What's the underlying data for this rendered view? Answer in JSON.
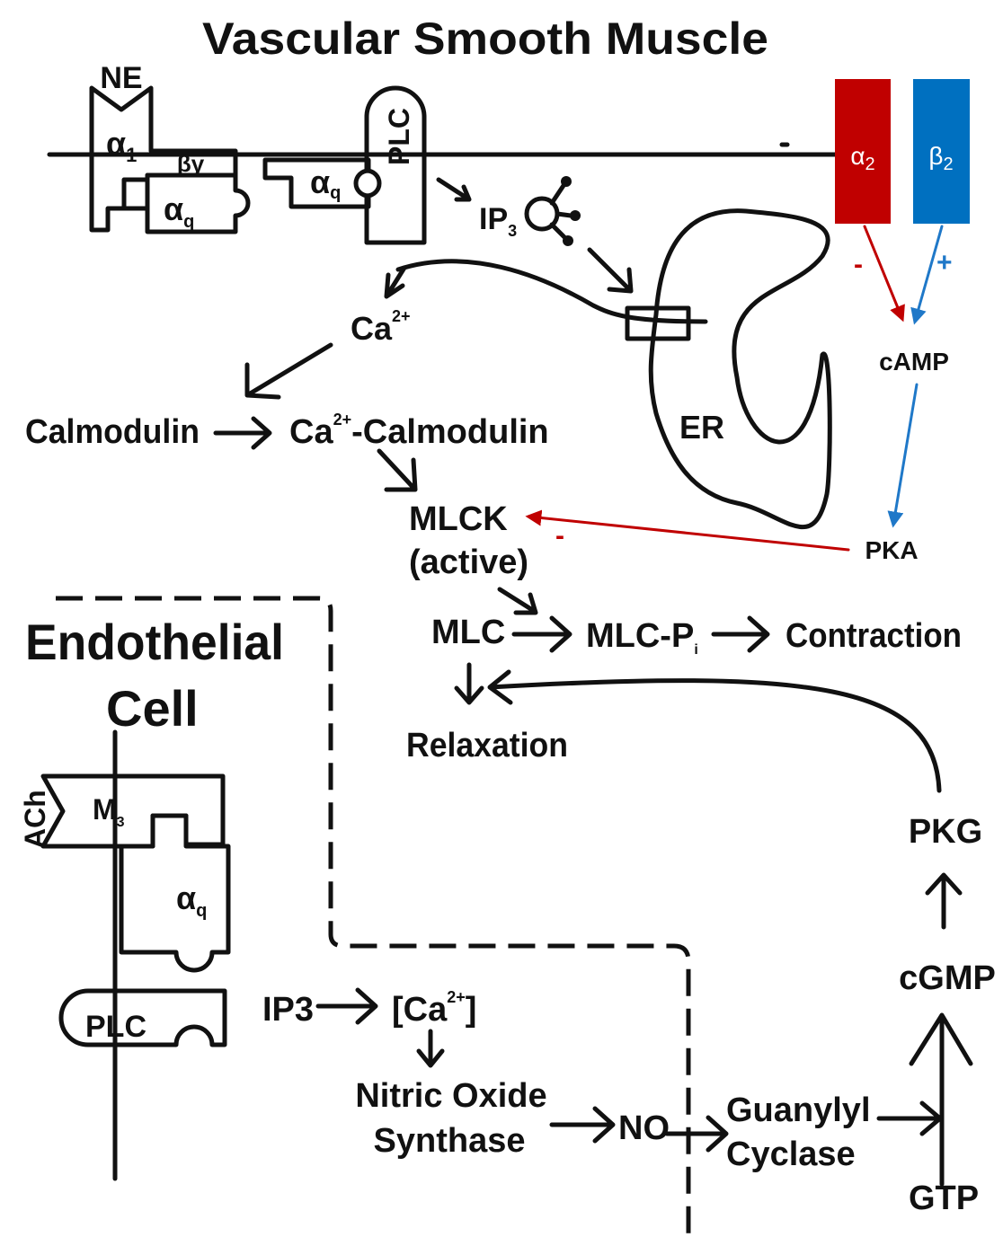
{
  "title": "Vascular Smooth Muscle",
  "section_endothelial": [
    "Endothelial",
    "Cell"
  ],
  "smooth_muscle": {
    "ne": "NE",
    "alpha1": "α",
    "alpha1_sub": "1",
    "betagamma": "βγ",
    "alpha_q_1": "α",
    "alpha_q_1_sub": "q",
    "alpha_q_2": "α",
    "alpha_q_2_sub": "q",
    "plc": "PLC",
    "ip3": "IP",
    "ip3_sub": "3",
    "ca": "Ca",
    "ca_sup": "2+",
    "er": "ER",
    "calmodulin": "Calmodulin",
    "ca_calmodulin_a": "Ca",
    "ca_calmodulin_sup": "2+",
    "ca_calmodulin_b": "-Calmodulin",
    "mlck": "MLCK",
    "mlck_state": "(active)",
    "mlc": "MLC",
    "mlc_p": "MLC-P",
    "mlc_p_sub": "i",
    "contraction": "Contraction",
    "relaxation": "Relaxation",
    "alpha2": "α",
    "alpha2_sub": "2",
    "beta2": "β",
    "beta2_sub": "2",
    "minus_1": "-",
    "plus_1": "+",
    "camp": "cAMP",
    "pka": "PKA",
    "minus_2": "-",
    "pkg": "PKG",
    "cgmp": "cGMP",
    "gtp": "GTP",
    "guanylyl": "Guanylyl",
    "cyclase": "Cyclase"
  },
  "endothelial": {
    "ach": "ACh",
    "m3": "M",
    "m3_sub": "3",
    "alpha_q": "α",
    "alpha_q_sub": "q",
    "plc": "PLC",
    "ip3": "IP3",
    "ca_open": "[Ca",
    "ca_sup": "2+",
    "ca_close": "]",
    "nos_1": "Nitric Oxide",
    "nos_2": "Synthase",
    "no": "NO"
  },
  "colors": {
    "alpha2_box": "#c00000",
    "beta2_box": "#0070c0",
    "inhibit_arrow": "#c00000",
    "stimulate_arrow": "#1f78c8",
    "ink": "#111111"
  }
}
